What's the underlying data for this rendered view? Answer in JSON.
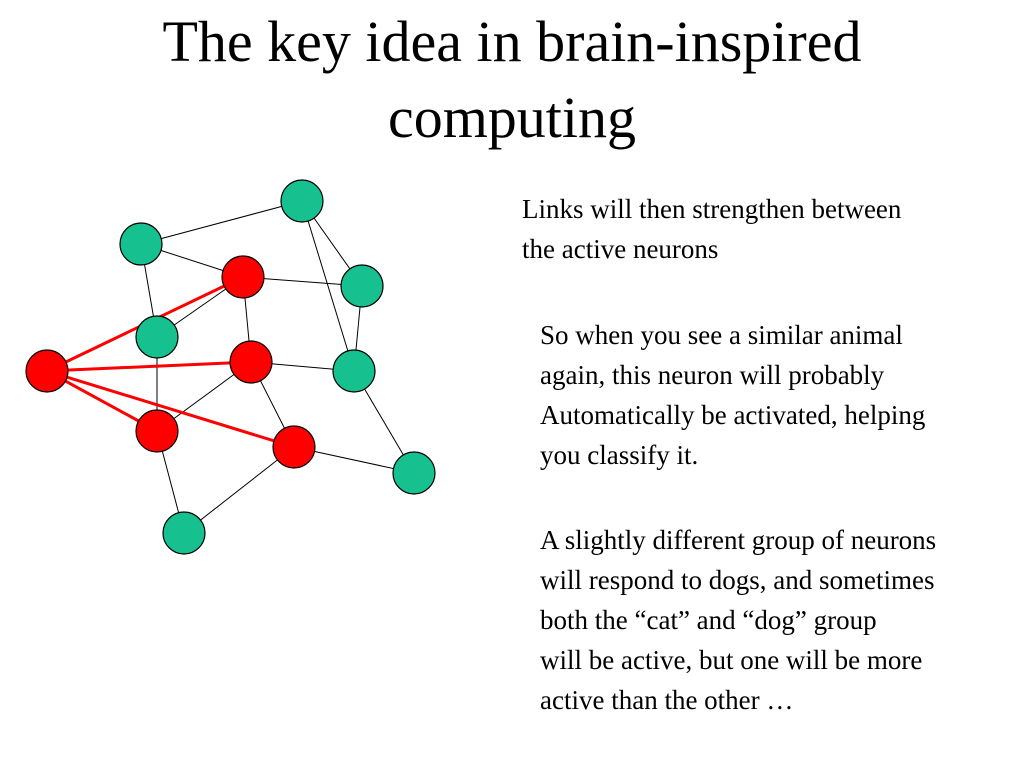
{
  "slide": {
    "title_lines": [
      "The key idea in brain-inspired",
      "computing"
    ],
    "paragraphs": [
      {
        "lines": [
          "Links will then strengthen between",
          "the active neurons"
        ]
      },
      {
        "lines": [
          "So when you see a similar animal",
          "again, this neuron will probably",
          "Automatically be activated, helping",
          "you classify it."
        ]
      },
      {
        "lines": [
          "A slightly different group of neurons",
          "will respond to dogs, and sometimes",
          "both the “cat” and “dog” group",
          "will be active, but one will be more",
          "active than the other …"
        ]
      }
    ]
  },
  "network": {
    "colors": {
      "inactive": "#17c08f",
      "active": "#ff0000",
      "link": "#000000",
      "strengthened_link": "#ff0000"
    },
    "nodes": [
      {
        "id": "g1",
        "state": "inactive"
      },
      {
        "id": "g2",
        "state": "inactive"
      },
      {
        "id": "g3",
        "state": "inactive"
      },
      {
        "id": "g4",
        "state": "inactive"
      },
      {
        "id": "g5",
        "state": "inactive"
      },
      {
        "id": "g6",
        "state": "inactive"
      },
      {
        "id": "g7",
        "state": "inactive"
      },
      {
        "id": "r-left",
        "state": "active"
      },
      {
        "id": "r1",
        "state": "active"
      },
      {
        "id": "r2",
        "state": "active"
      },
      {
        "id": "r3",
        "state": "active"
      },
      {
        "id": "r4",
        "state": "active"
      }
    ],
    "links": [
      {
        "from": "g1",
        "to": "g2",
        "strengthened": false
      },
      {
        "from": "g2",
        "to": "r1",
        "strengthened": false
      },
      {
        "from": "g2",
        "to": "g4",
        "strengthened": false
      },
      {
        "from": "r1",
        "to": "g3",
        "strengthened": false
      },
      {
        "from": "r1",
        "to": "r2",
        "strengthened": false
      },
      {
        "from": "r1",
        "to": "g4",
        "strengthened": false
      },
      {
        "from": "g1",
        "to": "g5",
        "strengthened": false
      },
      {
        "from": "g1",
        "to": "g3",
        "strengthened": false
      },
      {
        "from": "g3",
        "to": "g5",
        "strengthened": false
      },
      {
        "from": "r2",
        "to": "g5",
        "strengthened": false
      },
      {
        "from": "r2",
        "to": "r3",
        "strengthened": false
      },
      {
        "from": "r2",
        "to": "r4",
        "strengthened": false
      },
      {
        "from": "g4",
        "to": "r3",
        "strengthened": false
      },
      {
        "from": "g5",
        "to": "g6",
        "strengthened": false
      },
      {
        "from": "r4",
        "to": "g6",
        "strengthened": false
      },
      {
        "from": "r3",
        "to": "g7",
        "strengthened": false
      },
      {
        "from": "r4",
        "to": "g7",
        "strengthened": false
      },
      {
        "from": "r-left",
        "to": "r1",
        "strengthened": true
      },
      {
        "from": "r-left",
        "to": "r2",
        "strengthened": true
      },
      {
        "from": "r-left",
        "to": "r3",
        "strengthened": true
      },
      {
        "from": "r-left",
        "to": "r4",
        "strengthened": true
      }
    ]
  }
}
